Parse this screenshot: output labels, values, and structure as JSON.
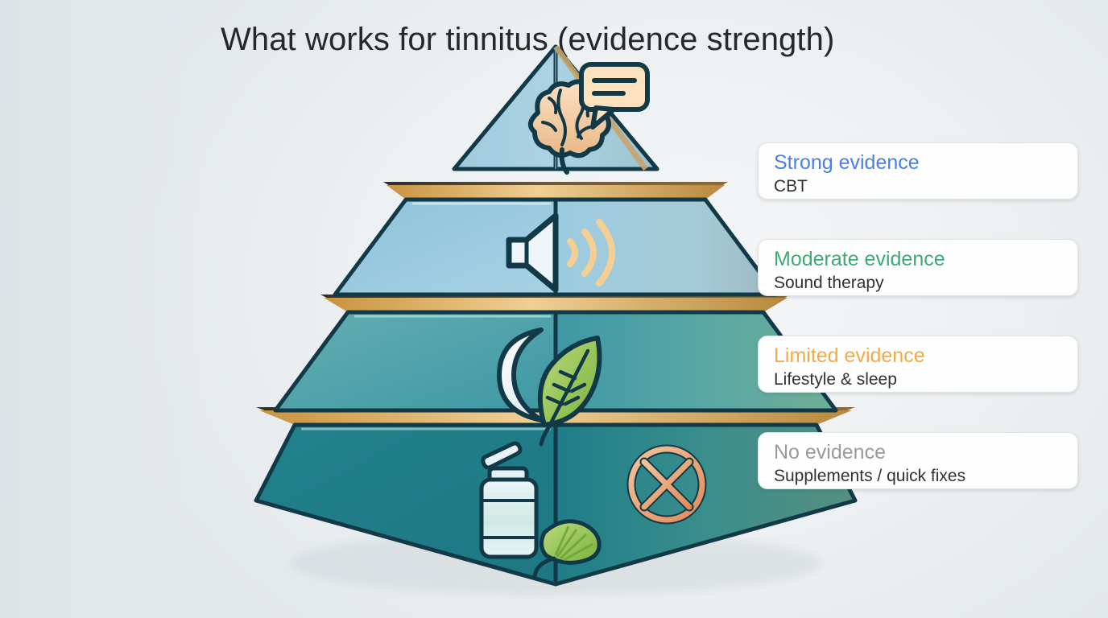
{
  "title": "What works for tinnitus (evidence strength)",
  "chart_data": {
    "type": "pyramid",
    "title": "What works for tinnitus (evidence strength)",
    "orientation": "descending-strength-top-to-bottom",
    "tier_count": 4,
    "tiers": [
      {
        "rank": 1,
        "level": "Strong evidence",
        "item": "CBT",
        "icon": "brain-speech-bubble-icon",
        "color": "#4a7fe8",
        "tier_fill": "#9ccade"
      },
      {
        "rank": 2,
        "level": "Moderate evidence",
        "item": "Sound therapy",
        "icon": "speaker-sound-waves-icon",
        "color": "#3cab74",
        "tier_fill": "#8dc3da"
      },
      {
        "rank": 3,
        "level": "Limited evidence",
        "item": "Lifestyle & sleep",
        "icon": "moon-leaf-icon",
        "color": "#eba councils",
        "tier_fill": "#5ba8ad"
      },
      {
        "rank": 4,
        "level": "No evidence",
        "item": "Supplements / quick fixes",
        "icon": "supplement-bottle-ginkgo-prohibited-icon",
        "color": "#9a9a9a",
        "tier_fill": "#1f7c88"
      }
    ]
  },
  "legend": {
    "cards": [
      {
        "level": "Strong evidence",
        "item": "CBT",
        "accent": "#4a7fe8"
      },
      {
        "level": "Moderate evidence",
        "item": "Sound therapy",
        "accent": "#3cab74"
      },
      {
        "level": "Limited evidence",
        "item": "Lifestyle & sleep",
        "accent": "#f0ab49"
      },
      {
        "level": "No evidence",
        "item": "Supplements / quick fixes",
        "accent": "#9a9a9a"
      }
    ]
  },
  "icons": {
    "tier1": "brain-speech-bubble-icon",
    "tier2": "speaker-sound-waves-icon",
    "tier3": "moon-leaf-icon",
    "tier4": "supplement-bottle-ginkgo-prohibited-icon"
  },
  "colors": {
    "background": "#eaeef0",
    "title_text": "#26292b",
    "tier_edge": "#123947",
    "tier_rim_gold": "#d9a552",
    "card_bg": "#fefefe",
    "card_border": "#e2e2e2"
  }
}
